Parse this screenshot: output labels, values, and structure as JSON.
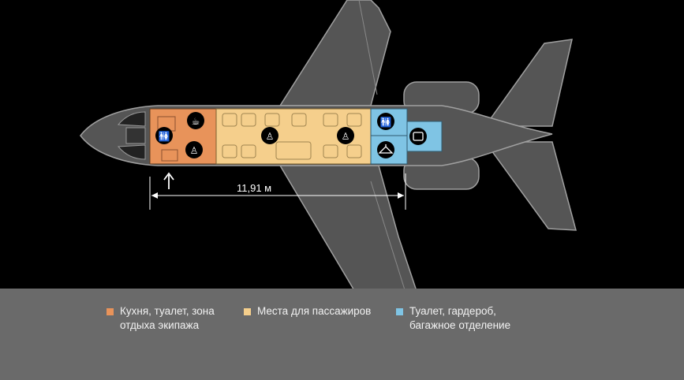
{
  "dimension": {
    "length_label": "11,91 м"
  },
  "legend": [
    {
      "id": "crew",
      "color": "#e8935a",
      "lines": [
        "Кухня, туалет, зона",
        "отдыха экипажа"
      ]
    },
    {
      "id": "passengers",
      "color": "#f5cf8c",
      "lines": [
        "Места для пассажиров"
      ]
    },
    {
      "id": "service",
      "color": "#7fc4e4",
      "lines": [
        "Туалет, гардероб,",
        "багажное отделение"
      ]
    }
  ],
  "colors": {
    "background": "#000000",
    "airframe": "#555555",
    "airframe_outline": "#9a9a9a",
    "legend_bar": "#6a6a6a"
  },
  "icons": [
    "toilet-icon",
    "coffee-icon",
    "crew-rest-icon",
    "seat-icon",
    "wardrobe-icon",
    "luggage-icon",
    "entry-arrow-icon"
  ]
}
